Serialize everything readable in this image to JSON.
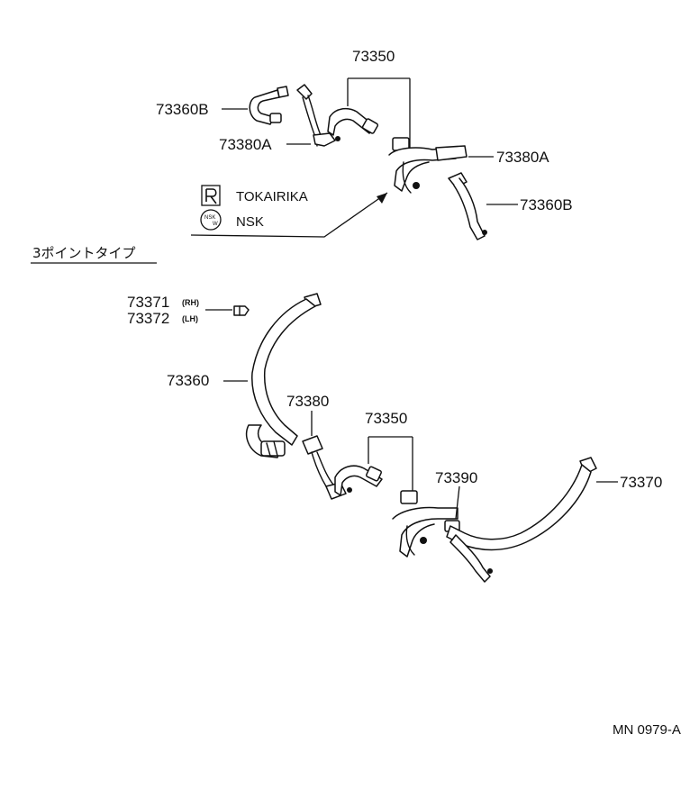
{
  "top_group": {
    "part_73350": "73350",
    "part_73360B_left": "73360B",
    "part_73380A_left": "73380A",
    "part_73380A_right": "73380A",
    "part_73360B_right": "73360B"
  },
  "brands": {
    "tokairika": "TOKAIRIKA",
    "nsk": "NSK",
    "nsk_logo_top": "NSK",
    "nsk_logo_bottom": "W"
  },
  "section_title": "3ポイントタイプ",
  "bottom_group": {
    "part_73371": "73371",
    "part_73371_side": "(RH)",
    "part_73372": "73372",
    "part_73372_side": "(LH)",
    "part_73360": "73360",
    "part_73380": "73380",
    "part_73350": "73350",
    "part_73390": "73390",
    "part_73370": "73370"
  },
  "figure_code": "MN 0979-A"
}
